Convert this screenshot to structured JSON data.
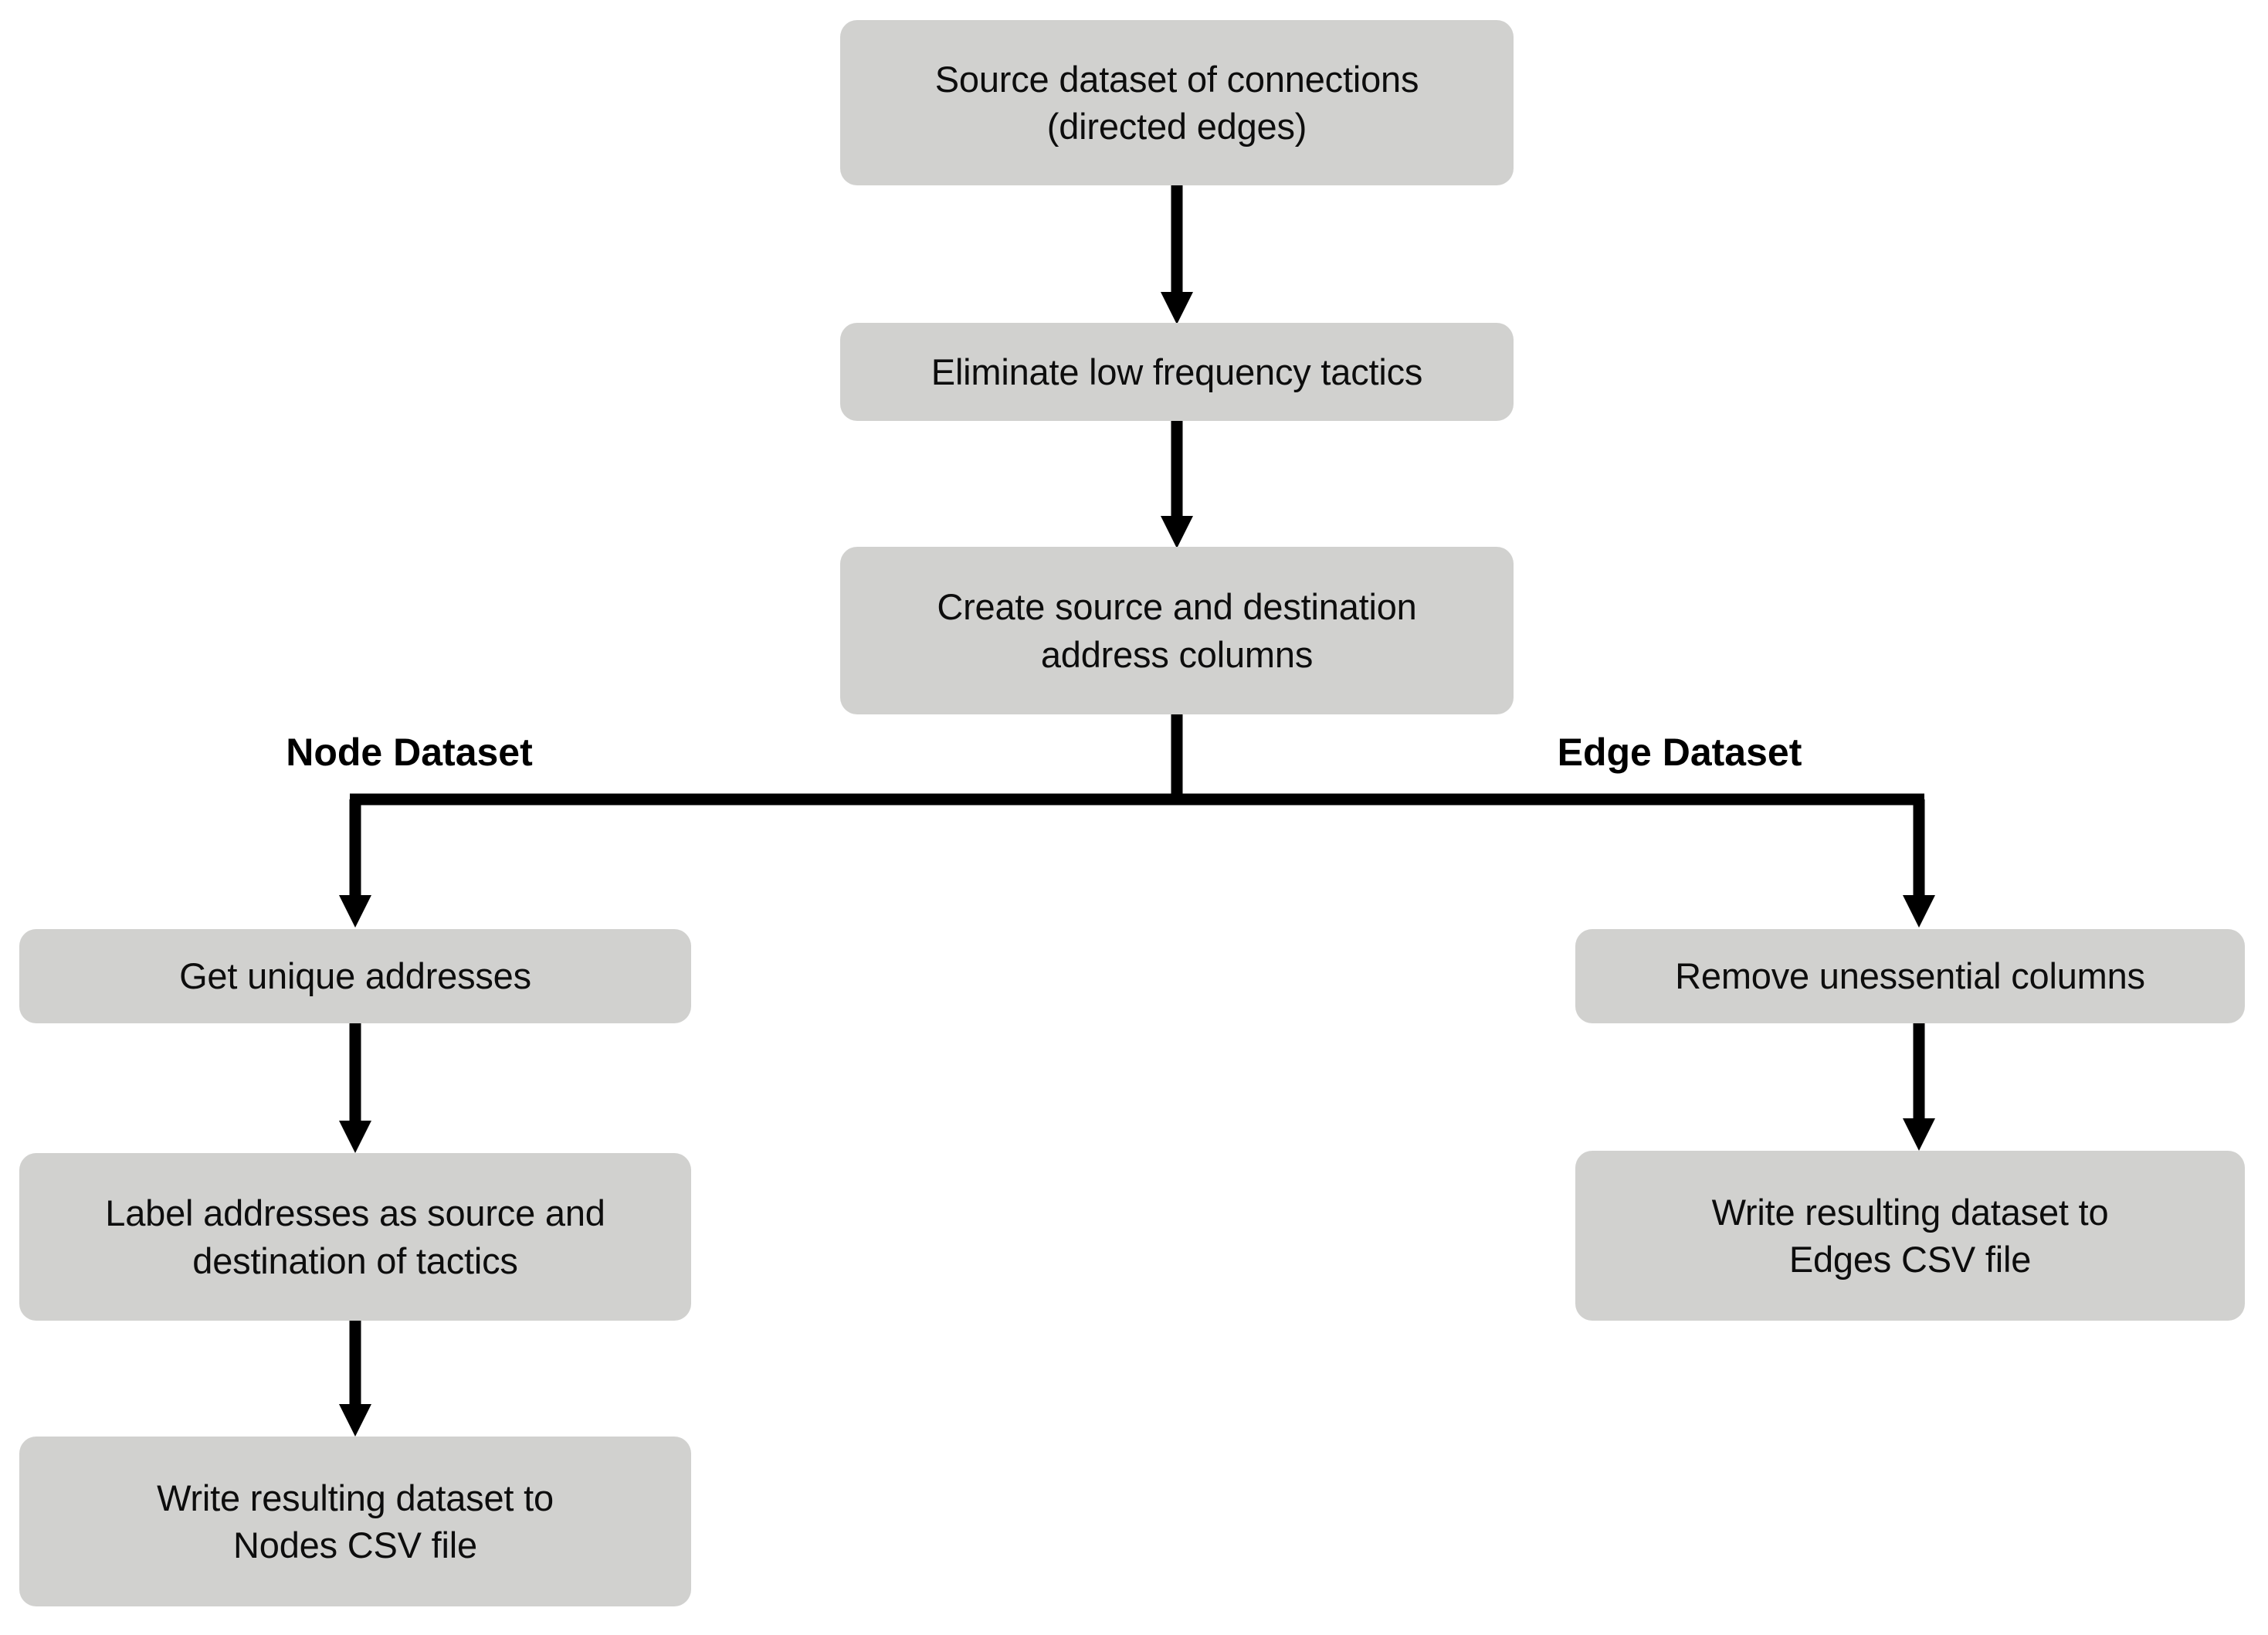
{
  "diagram": {
    "title_present": false,
    "background_color": "#ffffff",
    "node_fill_color": "#d1d1cf",
    "connector_color": "#000000",
    "text_color": "#0d0d0d"
  },
  "nodes": {
    "source_dataset": "Source dataset of connections\n(directed edges)",
    "eliminate_tactics": "Eliminate low frequency tactics",
    "create_columns": "Create source and destination\naddress columns",
    "get_unique_addresses": "Get unique addresses",
    "label_addresses": "Label addresses as source and\ndestination of tactics",
    "write_nodes_csv": "Write resulting dataset to\nNodes CSV file",
    "remove_columns": "Remove unessential columns",
    "write_edges_csv": "Write resulting dataset to\nEdges CSV file"
  },
  "branches": {
    "left_label": "Node Dataset",
    "right_label": "Edge Dataset"
  },
  "connectors": [
    {
      "name": "source-to-eliminate",
      "from": "source_dataset",
      "to": "eliminate_tactics",
      "direction": "down"
    },
    {
      "name": "eliminate-to-create",
      "from": "eliminate_tactics",
      "to": "create_columns",
      "direction": "down"
    },
    {
      "name": "create-to-split",
      "from": "create_columns",
      "to": "split-bus",
      "direction": "down"
    },
    {
      "name": "split-to-get-unique",
      "from": "split-bus",
      "to": "get_unique_addresses",
      "direction": "down-left"
    },
    {
      "name": "split-to-remove-columns",
      "from": "split-bus",
      "to": "remove_columns",
      "direction": "down-right"
    },
    {
      "name": "get-unique-to-label",
      "from": "get_unique_addresses",
      "to": "label_addresses",
      "direction": "down"
    },
    {
      "name": "label-to-write-nodes",
      "from": "label_addresses",
      "to": "write_nodes_csv",
      "direction": "down"
    },
    {
      "name": "remove-to-write-edges",
      "from": "remove_columns",
      "to": "write_edges_csv",
      "direction": "down"
    }
  ]
}
